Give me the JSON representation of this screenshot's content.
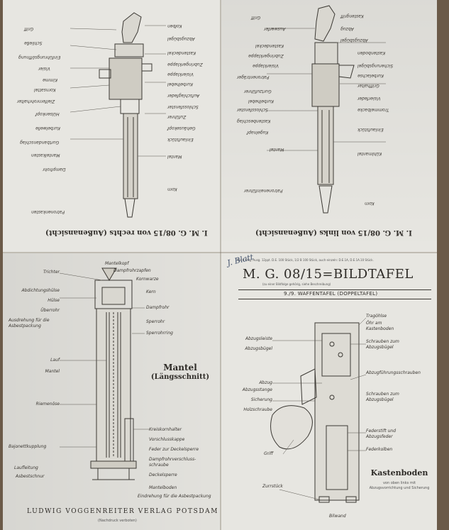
{
  "header": {
    "tag_line": "Nach Orig. Ausg. 12ppt. D.E. 100 Stück, 1/2 B 100 Stück, auch einzeln: D.E.1A, D.E.1A.10 Stück.",
    "title": "M. G. 08/15=BILDTAFEL",
    "subtitle_small": "(zu einer Bildfolge gehörig, siehe Beschreibung)",
    "section": "9./9. WAFFENTAFEL (DOPPELTAFEL)"
  },
  "top_left": {
    "caption": "I. M. G. 08/15 von rechts (Außenansicht)",
    "labels_left": [
      "Griff",
      "Schließe",
      "Einführungsöffnung",
      "Visier",
      "Kimme",
      "Kornsattel",
      "Zielfernrohrhalter",
      "Hülsenkopf",
      "Kurbelwelle",
      "Gurtbandanschlag",
      "Mantelkasten",
      "Dampfrohr",
      "Patronenkasten"
    ],
    "labels_right": [
      "Kolben",
      "Abzugsbügel",
      "Kastendeckel",
      "Zubringerklappe",
      "Visierklappe",
      "Kurbelhebel",
      "Aufschlagfeder",
      "Schlossfenster",
      "Zuführer",
      "Gehäusekopf",
      "Einlaufstück",
      "Mantel",
      "Korn"
    ]
  },
  "top_right": {
    "caption": "I. M. G. 08/15 von links (Außenansicht)",
    "labels_left": [
      "Griff",
      "Auswerfer",
      "Kastendeckel",
      "Zubringerklappe",
      "Visierklappe",
      "Patronenträger",
      "Gurtzuführer",
      "Kurbelhebel",
      "Schlossfenster",
      "Kastenbeschlag",
      "Kugelnapf",
      "Mantel",
      "Patroneneinführer"
    ],
    "labels_right": [
      "Kastengriff",
      "Abzug",
      "Abzugsbügel",
      "Kastenboden",
      "Sicherungsbügel",
      "Kurbelachse",
      "Griffhalter",
      "Visierfeder",
      "Trommelbacke",
      "Einlaufstück",
      "Kühlmantel",
      "Korn"
    ]
  },
  "bottom_left": {
    "heading": [
      "Mantel",
      "(Längsschnitt)"
    ],
    "labels_left": [
      "Trichter",
      "Abdichtungshülse",
      "Hülse",
      "Überrohr",
      "Ausdrehung für die Asbestpackung",
      "Lauf",
      "Mantel",
      "Riemenöse",
      "Bajonettkupplung",
      "Laufleitung",
      "Asbestschnur"
    ],
    "labels_top": [
      "Mantelkopf",
      "Dampfrohrzapfen",
      "Kornwarze"
    ],
    "labels_right": [
      "Kern",
      "Dampfrohr",
      "Sperrohr",
      "Sperrohrring",
      "Kreiskornhalter",
      "Vorschlusskappe",
      "Feder zur Deckelsperre",
      "Dampfrohrverschluss-schraube",
      "Deckelsperre",
      "Mantelboden",
      "Eindrehung für die Asbestpackung"
    ],
    "publisher": "LUDWIG VOGGENREITER VERLAG POTSDAM",
    "publisher_note": "(Nachdruck verboten)"
  },
  "bottom_right": {
    "labels_left": [
      "Abzugsleiste",
      "Abzugsbügel",
      "Abzug",
      "Abzugsstange",
      "Sicherung",
      "Holzschraube",
      "Griff",
      "Zurrstück"
    ],
    "labels_right": [
      "Tragöhlse",
      "Öhr am Kastenboden",
      "Schrauben zum Abzugsbügel",
      "Abzugführungsschrauben",
      "Schrauben zum Abzugsbügel",
      "Federstift und Abzugsfeder",
      "Federkolben"
    ],
    "label_bottom": "Bilwand",
    "heading": "Kastenboden",
    "note": "von oben links mit Abzugsvorrichtung und Sicherung"
  },
  "handwriting": "J. Blatt"
}
